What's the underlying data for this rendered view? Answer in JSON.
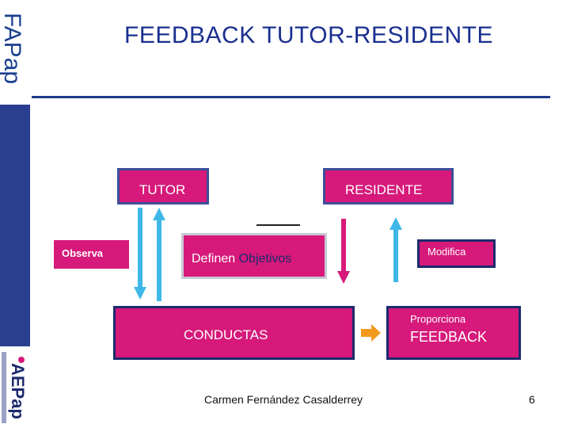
{
  "title": "FEEDBACK TUTOR-RESIDENTE",
  "logos": {
    "top": "FAPap",
    "bottom": "AEPap"
  },
  "boxes": {
    "tutor": "TUTOR",
    "residente": "RESIDENTE",
    "observa": "Observa",
    "objetivos": {
      "part1": "Definen",
      "part2": "Objetivos"
    },
    "modifica": "Modifica",
    "conductas": "CONDUCTAS",
    "feedback": {
      "small": "Proporciona",
      "big": "FEEDBACK"
    }
  },
  "footer": {
    "author": "Carmen Fernández Casalderrey",
    "page": "6"
  },
  "colors": {
    "box_fill": "#d6197a",
    "title": "#1a2f8f",
    "sidebar": "#2a3f8f",
    "arrow_light": "#3fb8e8",
    "arrow_pink": "#d6197a",
    "arrow_orange": "#f39a1e"
  }
}
